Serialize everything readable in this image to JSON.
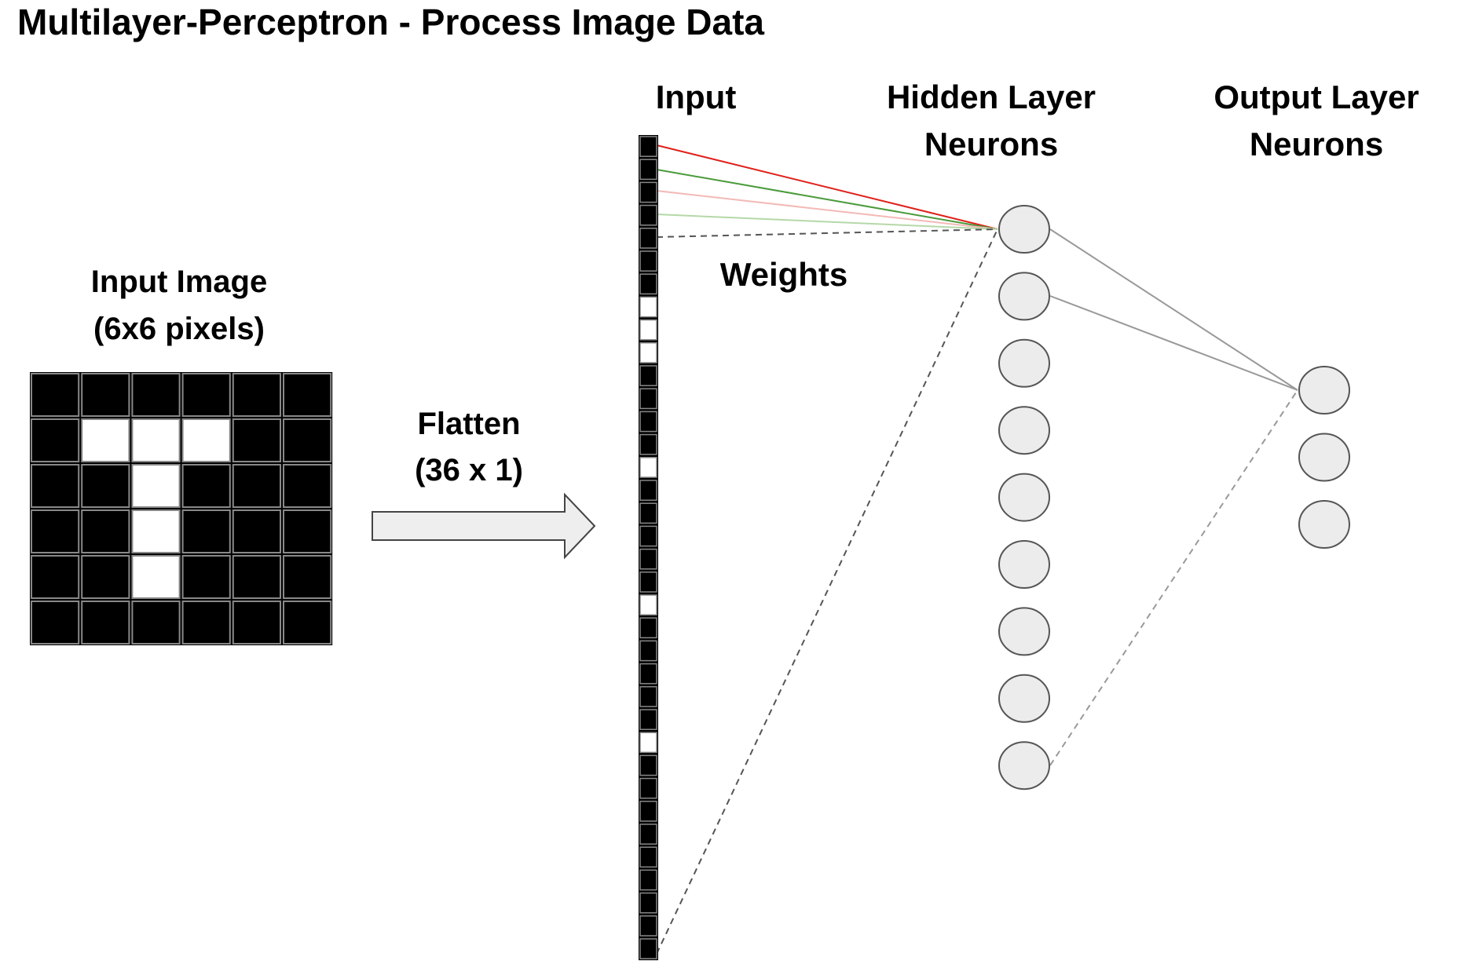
{
  "title": "Multilayer-Perceptron - Process Image Data",
  "input_image": {
    "label_line1": "Input Image",
    "label_line2": "(6x6 pixels)",
    "pixels": [
      [
        0,
        0,
        0,
        0,
        0,
        0
      ],
      [
        0,
        1,
        1,
        1,
        0,
        0
      ],
      [
        0,
        0,
        1,
        0,
        0,
        0
      ],
      [
        0,
        0,
        1,
        0,
        0,
        0
      ],
      [
        0,
        0,
        1,
        0,
        0,
        0
      ],
      [
        0,
        0,
        0,
        0,
        0,
        0
      ]
    ]
  },
  "flatten": {
    "label_line1": "Flatten",
    "label_line2": "(36 x 1)"
  },
  "input_layer": {
    "label": "Input"
  },
  "hidden_layer": {
    "label_line1": "Hidden Layer",
    "label_line2": "Neurons",
    "count": 9
  },
  "output_layer": {
    "label_line1": "Output Layer",
    "label_line2": "Neurons",
    "count": 3
  },
  "weights_label": "Weights",
  "colors": {
    "pixel_on": "#ffffff",
    "pixel_off": "#000000",
    "neuron_fill": "#ececec",
    "neuron_stroke": "#555555",
    "weight_red": "#e0201a",
    "weight_green": "#4a9a3a",
    "weight_red_light": "#f2b9b6",
    "weight_green_light": "#b5d8a8",
    "weight_gray": "#999999"
  }
}
